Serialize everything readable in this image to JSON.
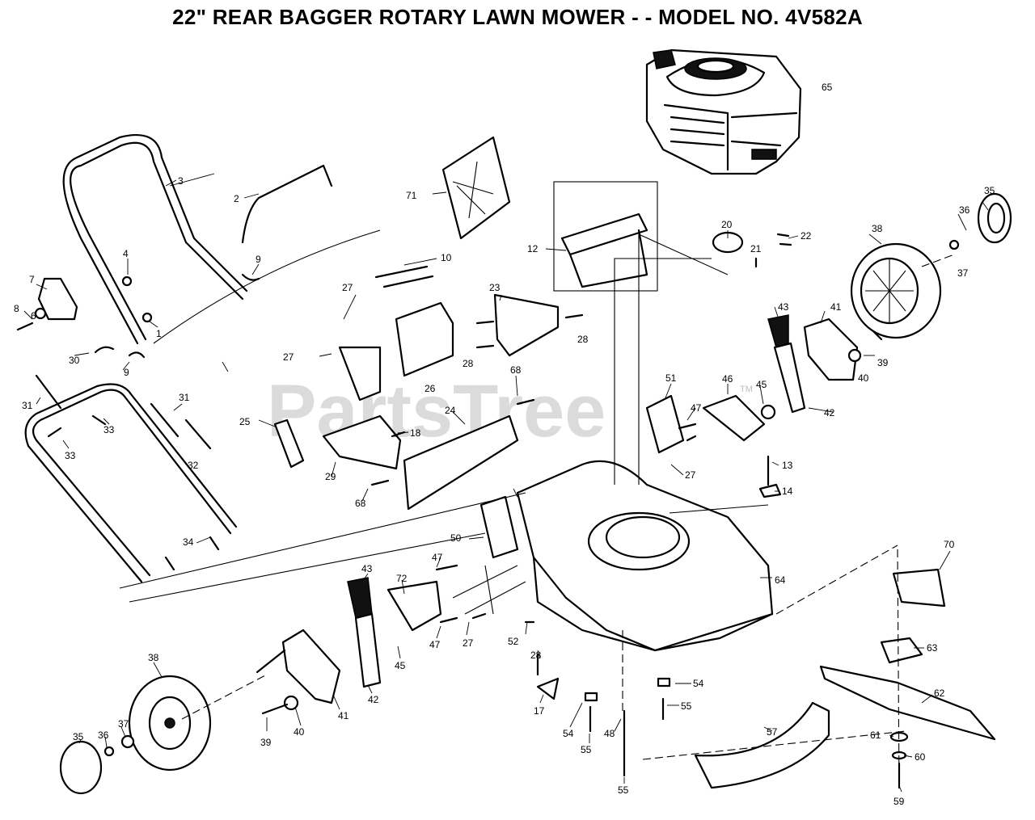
{
  "title": "22\" REAR BAGGER ROTARY LAWN MOWER - - MODEL NO. 4V582A",
  "watermark": "PartsTree",
  "watermark_tm": "TM",
  "labels": [
    "1",
    "2",
    "3",
    "4",
    "6",
    "7",
    "8",
    "9",
    "9",
    "10",
    "12",
    "13",
    "14",
    "17",
    "18",
    "20",
    "21",
    "22",
    "23",
    "24",
    "25",
    "26",
    "27",
    "27",
    "27",
    "27",
    "28",
    "28",
    "28",
    "29",
    "30",
    "31",
    "31",
    "32",
    "33",
    "33",
    "34",
    "35",
    "35",
    "36",
    "36",
    "37",
    "37",
    "38",
    "38",
    "39",
    "39",
    "40",
    "40",
    "41",
    "41",
    "42",
    "42",
    "43",
    "43",
    "45",
    "45",
    "46",
    "47",
    "47",
    "47",
    "48",
    "50",
    "51",
    "52",
    "54",
    "54",
    "55",
    "55",
    "55",
    "57",
    "59",
    "60",
    "61",
    "62",
    "63",
    "64",
    "65",
    "68",
    "68",
    "70",
    "71",
    "72"
  ]
}
